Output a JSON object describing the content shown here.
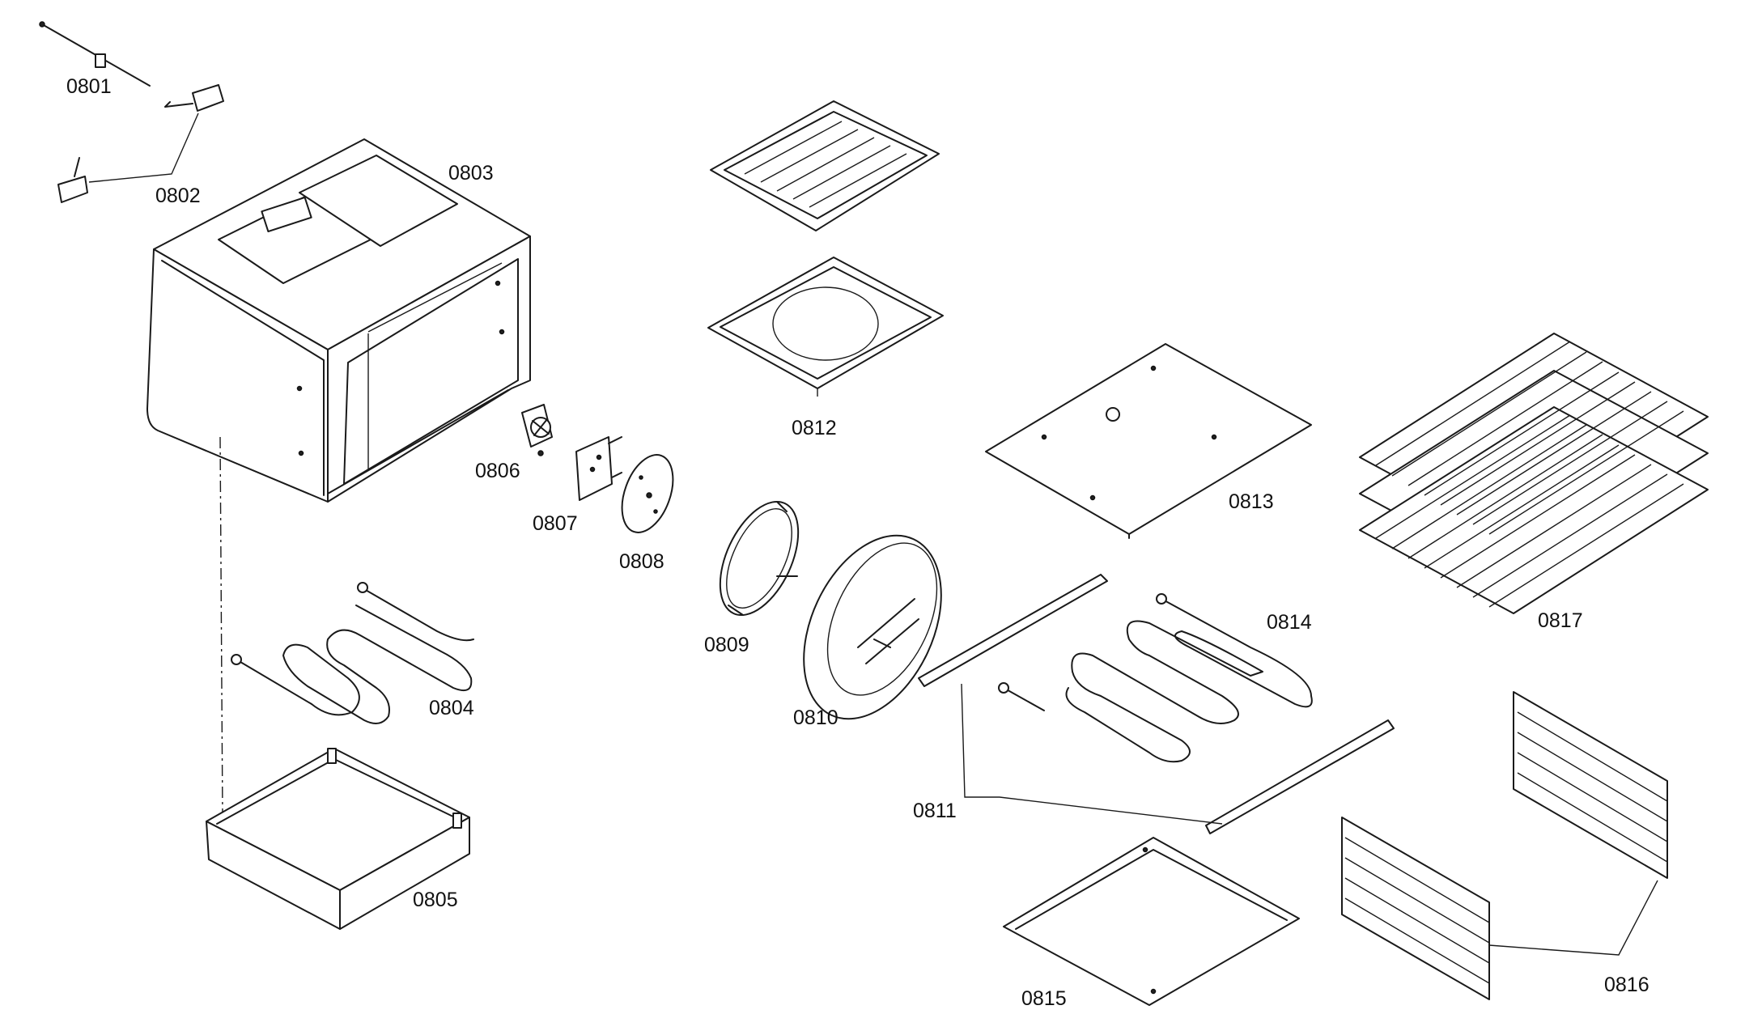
{
  "parts": [
    {
      "id": "p0801",
      "number": "0801"
    },
    {
      "id": "p0802",
      "number": "0802"
    },
    {
      "id": "p0803",
      "number": "0803"
    },
    {
      "id": "p0804",
      "number": "0804"
    },
    {
      "id": "p0805",
      "number": "0805"
    },
    {
      "id": "p0806",
      "number": "0806"
    },
    {
      "id": "p0807",
      "number": "0807"
    },
    {
      "id": "p0808",
      "number": "0808"
    },
    {
      "id": "p0809",
      "number": "0809"
    },
    {
      "id": "p0810",
      "number": "0810"
    },
    {
      "id": "p0811",
      "number": "0811"
    },
    {
      "id": "p0812",
      "number": "0812"
    },
    {
      "id": "p0813",
      "number": "0813"
    },
    {
      "id": "p0814",
      "number": "0814"
    },
    {
      "id": "p0815",
      "number": "0815"
    },
    {
      "id": "p0816",
      "number": "0816"
    },
    {
      "id": "p0817",
      "number": "0817"
    }
  ]
}
